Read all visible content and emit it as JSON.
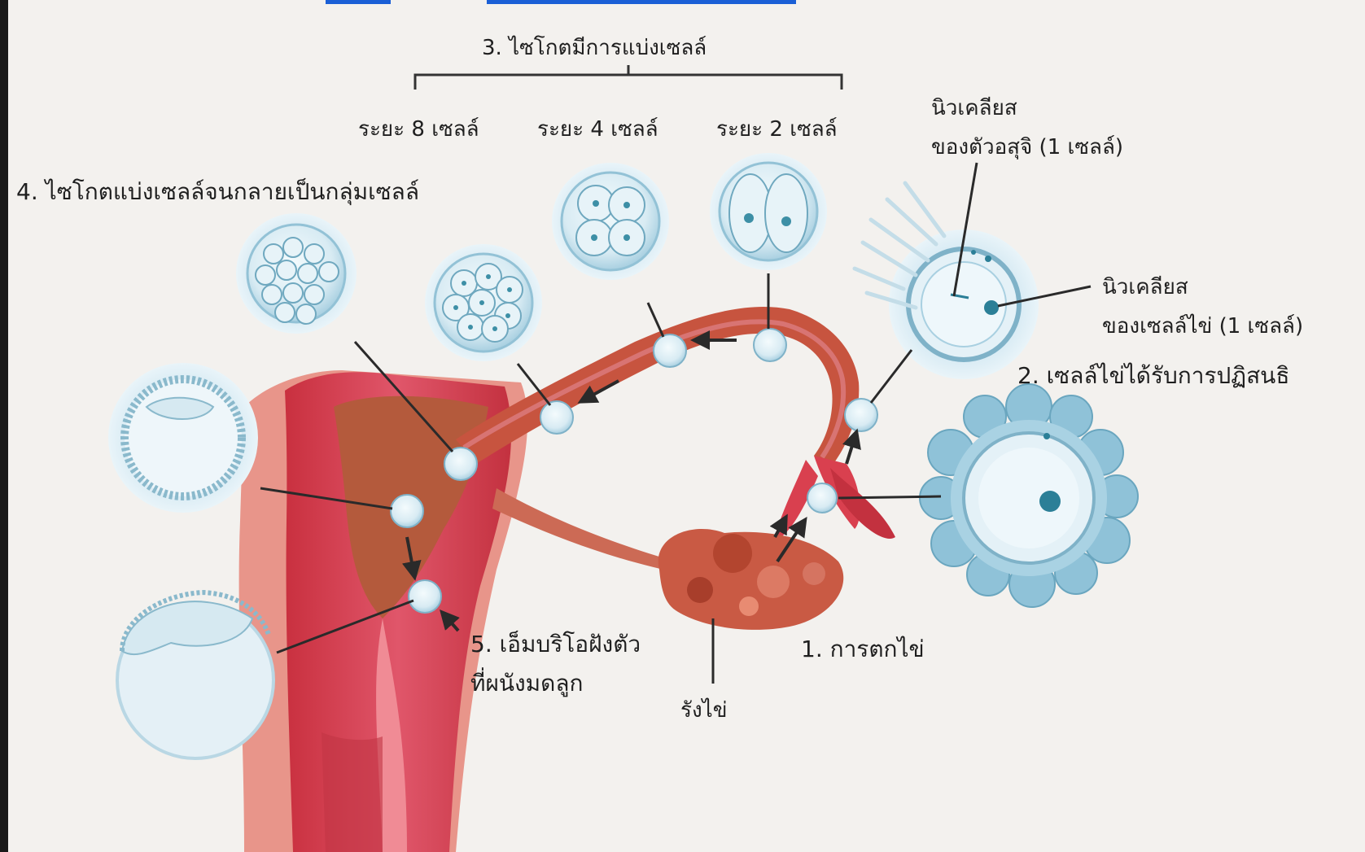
{
  "labels": {
    "step3": "3. ไซโกตมีการแบ่งเซลล์",
    "stage8": "ระยะ 8 เซลล์",
    "stage4": "ระยะ 4 เซลล์",
    "stage2": "ระยะ 2 เซลล์",
    "sperm_nucleus_line1": "นิวเคลียส",
    "sperm_nucleus_line2": "ของตัวอสุจิ (1 เซลล์)",
    "egg_nucleus_line1": "นิวเคลียส",
    "egg_nucleus_line2": "ของเซลล์ไข่ (1 เซลล์)",
    "step4": "4. ไซโกตแบ่งเซลล์จนกลายเป็นกลุ่มเซลล์",
    "step2": "2. เซลล์ไข่ได้รับการปฏิสนธิ",
    "step5_line1": "5. เอ็มบริโอฝังตัว",
    "step5_line2": "ที่ผนังมดลูก",
    "step1": "1. การตกไข่",
    "ovary": "รังไข่"
  },
  "colors": {
    "background": "#f3f1ee",
    "uterus": "#d9404f",
    "uterus_inner": "#b45a3c",
    "tube": "#c7543f",
    "tissue_light": "#e8958a",
    "cell_fill": "#dfeef5",
    "cell_edge": "#9cc7da",
    "cell_nucleus": "#3d8fa6",
    "egg_corona": "#8fc2d8",
    "link_blue": "#1a5fd6",
    "pointer": "#2a2a2a"
  }
}
